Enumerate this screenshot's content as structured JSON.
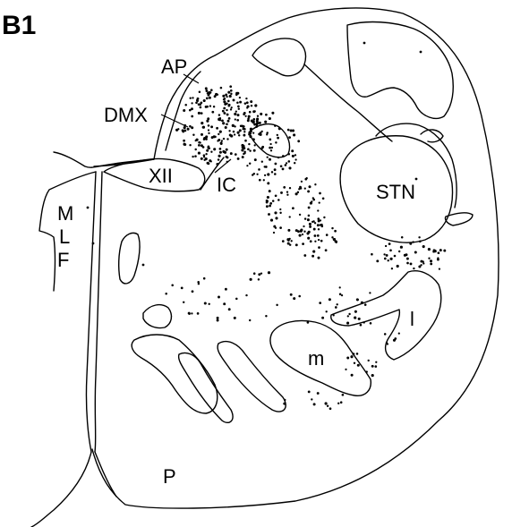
{
  "figure": {
    "panel_label": "B1",
    "labels": {
      "ap": "AP",
      "dmx": "DMX",
      "xii": "XII",
      "ic": "IC",
      "stn": "STN",
      "mlf_m": "M",
      "mlf_l": "L",
      "mlf_f": "F",
      "l": "l",
      "m": "m",
      "p": "P"
    }
  },
  "colors": {
    "ink": "#000000",
    "background": "#ffffff"
  }
}
